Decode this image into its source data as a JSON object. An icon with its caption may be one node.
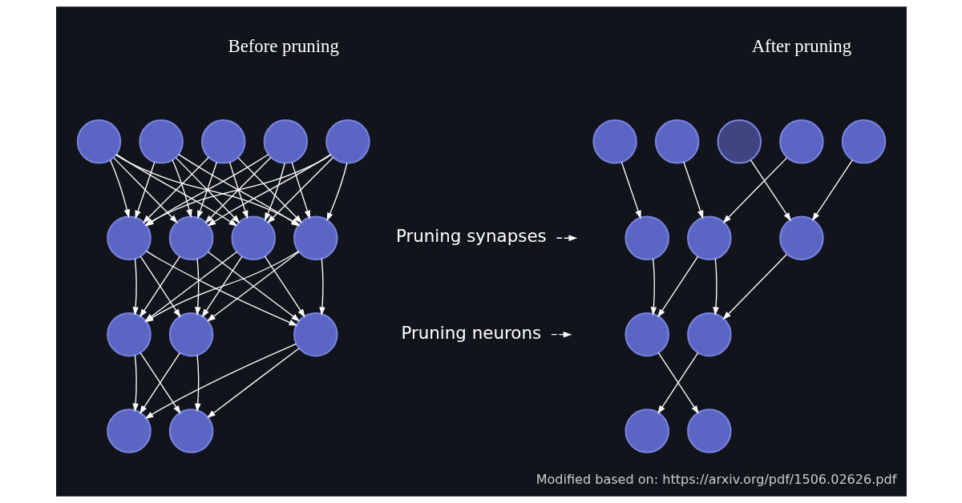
{
  "diagram": {
    "caption": "Modified based on: https://arxiv.org/pdf/1506.02626.pdf",
    "nodes": [
      {
        "text": [],
        "shape": "circle"
      },
      {
        "text": [],
        "shape": "circle"
      },
      {
        "text": [],
        "shape": "circle"
      },
      {
        "text": [],
        "shape": "circle"
      },
      {
        "text": [],
        "shape": "circle"
      },
      {
        "text": [],
        "shape": "circle"
      },
      {
        "text": [],
        "shape": "circle"
      },
      {
        "text": [],
        "shape": "circle"
      },
      {
        "text": [],
        "shape": "circle"
      },
      {
        "text": [],
        "shape": "circle"
      },
      {
        "text": [],
        "shape": "circle"
      },
      {
        "text": [],
        "shape": "circle"
      },
      {
        "text": [],
        "shape": "circle"
      },
      {
        "text": [],
        "shape": "circle"
      },
      {
        "text": [
          "Pruning synapses"
        ]
      },
      {
        "text": [
          "Pruning neurons"
        ]
      },
      {
        "text": [],
        "shape": "circle"
      },
      {
        "text": [],
        "shape": "circle"
      },
      {
        "text": [],
        "shape": "circle"
      },
      {
        "text": [],
        "shape": "circle"
      },
      {
        "text": [],
        "shape": "circle"
      },
      {
        "text": [],
        "shape": "circle"
      },
      {
        "text": [],
        "shape": "circle"
      },
      {
        "text": [],
        "shape": "circle"
      },
      {
        "text": [],
        "shape": "circle"
      },
      {
        "text": [],
        "shape": "circle"
      },
      {
        "text": [],
        "shape": "circle"
      },
      {
        "text": [],
        "shape": "circle"
      }
    ],
    "edges": [
      {
        "from": 0,
        "to": 5,
        "arrow": "to"
      },
      {
        "from": 0,
        "to": 6,
        "arrow": "to"
      },
      {
        "from": 0,
        "to": 7,
        "arrow": "to"
      },
      {
        "from": 0,
        "to": 8,
        "arrow": "to"
      },
      {
        "from": 1,
        "to": 5,
        "arrow": "to"
      },
      {
        "from": 1,
        "to": 6,
        "arrow": "to"
      },
      {
        "from": 1,
        "to": 7,
        "arrow": "to"
      },
      {
        "from": 1,
        "to": 8,
        "arrow": "to"
      },
      {
        "from": 2,
        "to": 5,
        "arrow": "to"
      },
      {
        "from": 2,
        "to": 6,
        "arrow": "to"
      },
      {
        "from": 2,
        "to": 7,
        "arrow": "to"
      },
      {
        "from": 2,
        "to": 8,
        "arrow": "to"
      },
      {
        "from": 3,
        "to": 5,
        "arrow": "to"
      },
      {
        "from": 3,
        "to": 6,
        "arrow": "to"
      },
      {
        "from": 3,
        "to": 7,
        "arrow": "to"
      },
      {
        "from": 3,
        "to": 8,
        "arrow": "to"
      },
      {
        "from": 4,
        "to": 5,
        "arrow": "to"
      },
      {
        "from": 4,
        "to": 6,
        "arrow": "to"
      },
      {
        "from": 4,
        "to": 7,
        "arrow": "to"
      },
      {
        "from": 4,
        "to": 8,
        "arrow": "to"
      },
      {
        "from": 5,
        "to": 9,
        "arrow": "to"
      },
      {
        "from": 5,
        "to": 10,
        "arrow": "to"
      },
      {
        "from": 5,
        "to": 11,
        "arrow": "to"
      },
      {
        "from": 6,
        "to": 9,
        "arrow": "to"
      },
      {
        "from": 6,
        "to": 10,
        "arrow": "to"
      },
      {
        "from": 6,
        "to": 11,
        "arrow": "to"
      },
      {
        "from": 7,
        "to": 9,
        "arrow": "to"
      },
      {
        "from": 7,
        "to": 10,
        "arrow": "to"
      },
      {
        "from": 7,
        "to": 11,
        "arrow": "to"
      },
      {
        "from": 8,
        "to": 9,
        "arrow": "to"
      },
      {
        "from": 8,
        "to": 10,
        "arrow": "to"
      },
      {
        "from": 8,
        "to": 11,
        "arrow": "to"
      },
      {
        "from": 9,
        "to": 12,
        "arrow": "to"
      },
      {
        "from": 9,
        "to": 13,
        "arrow": "to"
      },
      {
        "from": 10,
        "to": 12,
        "arrow": "to"
      },
      {
        "from": 10,
        "to": 13,
        "arrow": "to"
      },
      {
        "from": 11,
        "to": 12,
        "arrow": "to"
      },
      {
        "from": 11,
        "to": 13,
        "arrow": "to"
      },
      {
        "from": 14,
        "to": null,
        "arrow": "to",
        "style": "dashed"
      },
      {
        "from": 15,
        "to": null,
        "arrow": "to",
        "style": "dashed"
      },
      {
        "from": 16,
        "to": 23,
        "arrow": "to"
      },
      {
        "from": 17,
        "to": 21,
        "arrow": "to"
      },
      {
        "from": 18,
        "to": 22,
        "arrow": "to"
      },
      {
        "from": 19,
        "to": 23,
        "arrow": "to"
      },
      {
        "from": 20,
        "to": 22,
        "arrow": "to"
      },
      {
        "from": 21,
        "to": 24,
        "arrow": "to"
      },
      {
        "from": 22,
        "to": 24,
        "arrow": "to"
      },
      {
        "from": 22,
        "to": 25,
        "arrow": "to"
      },
      {
        "from": 23,
        "to": 25,
        "arrow": "to"
      },
      {
        "from": 24,
        "to": 27,
        "arrow": "to"
      },
      {
        "from": 25,
        "to": 26,
        "arrow": "to"
      }
    ],
    "labels": [
      "Before pruning",
      "After pruning"
    ]
  }
}
